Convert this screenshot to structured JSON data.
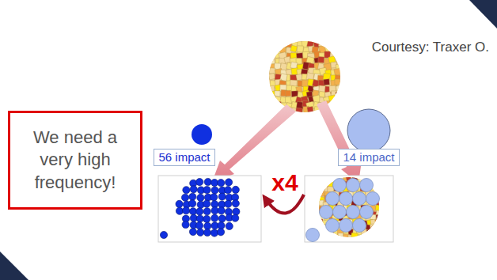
{
  "diagram": {
    "nodes": [
      {
        "text": [
          "We need a very high frequency!"
        ]
      },
      {
        "text": [
          "56 impact"
        ]
      },
      {
        "text": [
          "14 impact"
        ]
      }
    ],
    "labels": [
      "Courtesy: Traxer O.",
      "x4"
    ]
  }
}
